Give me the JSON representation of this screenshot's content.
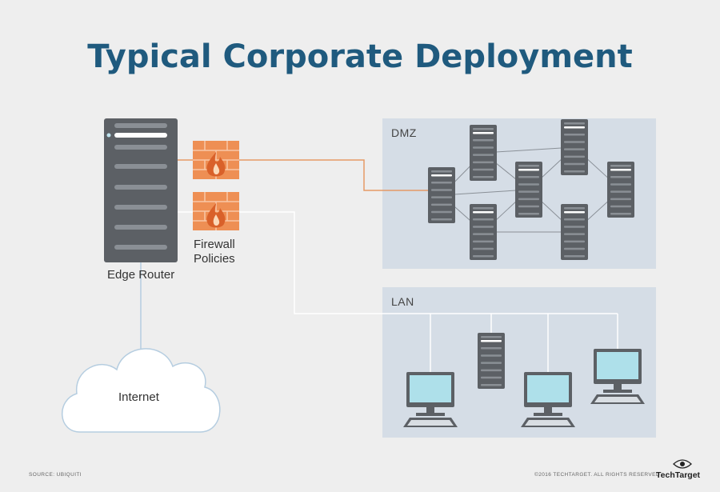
{
  "title": "Typical Corporate Deployment",
  "labels": {
    "edge_router": "Edge Router",
    "firewall_line1": "Firewall",
    "firewall_line2": "Policies",
    "internet": "Internet",
    "dmz": "DMZ",
    "lan": "LAN"
  },
  "footer": {
    "source": "SOURCE: UBIQUITI",
    "copyright": "©2016 TECHTARGET. ALL RIGHTS RESERVED",
    "brand": "TechTarget"
  },
  "colors": {
    "title": "#1f5a7e",
    "zone_fill": "#d5dde6",
    "server": "#5c6065",
    "firewall": "#ee8f54",
    "dmz_link": "#e59a66",
    "lan_link": "#ffffff",
    "monitor_screen": "#aee0ea"
  }
}
